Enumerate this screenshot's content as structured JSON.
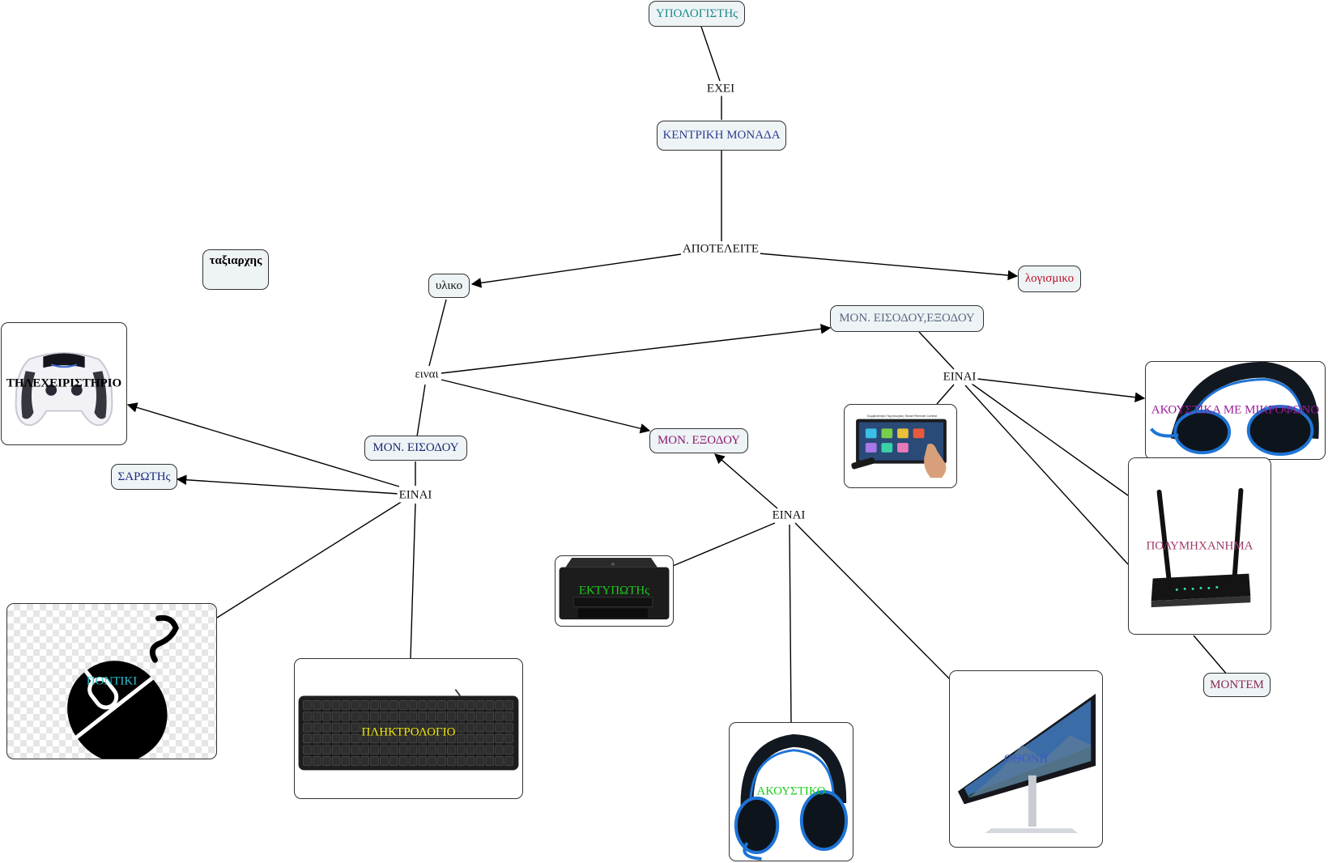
{
  "concepts": {
    "ypologistis": {
      "label": "ΥΠΟΛΟΓΙΣΤΗς",
      "color": "#1a8a8a"
    },
    "kentriki": {
      "label": "ΚΕΝΤΡΙΚΗ ΜΟΝΑΔΑ",
      "color": "#2e3f8f"
    },
    "taxiarxis": {
      "label": "ταξιαρχης",
      "color": "#000000"
    },
    "yliko": {
      "label": "υλικο",
      "color": "#111111"
    },
    "logismiko": {
      "label": "λογισμικο",
      "color": "#c0102a"
    },
    "mon_eisodou_exodou": {
      "label": "ΜΟΝ. ΕΙΣΟΔΟΥ,ΕΞΟΔΟΥ",
      "color": "#5a6a7e"
    },
    "mon_eisodou": {
      "label": "ΜΟΝ. ΕΙΣΟΔΟΥ",
      "color": "#1a2a6e"
    },
    "mon_exodou": {
      "label": "ΜΟΝ. ΕΞΟΔΟΥ",
      "color": "#8a1a6e"
    },
    "sarotis": {
      "label": "ΣΑΡΩΤΗς",
      "color": "#1a2a7e"
    },
    "montem": {
      "label": "ΜΟΝΤΕΜ",
      "color": "#8a2a4e"
    }
  },
  "phrases": {
    "exei": "ΕΧΕΙ",
    "apoteleite": "ΑΠΟΤΕΛΕΙΤΕ",
    "einai_lower": "ειναι",
    "einai_left": "ΕΙΝΑΙ",
    "einai_mid": "ΕΙΝΑΙ",
    "einai_right": "ΕΙΝΑΙ"
  },
  "image_nodes": {
    "tilexeiristirio": {
      "label": "ΤΗΛΕΧΕΙΡΙΣΤΗΡΙΟ",
      "color": "#000000"
    },
    "pontiki": {
      "label": "ΠΟΝΤΙΚΙ",
      "color": "#29c4d4"
    },
    "pliktrologio": {
      "label": "ΠΛΗΚΤΡΟΛΟΓΙΟ",
      "color": "#f2e600"
    },
    "ektypotis": {
      "label": "ΕΚΤΥΠΩΤΗς",
      "color": "#1ccc1c"
    },
    "akoustiko": {
      "label": "ΑΚΟΥΣΤΙΚΟ",
      "color": "#1ccc1c"
    },
    "othoni": {
      "label": "ΟΘΟΝΗ",
      "color": "#3a5ad0"
    },
    "akoustika_mikrofono": {
      "label": "ΑΚΟΥΣΤΙΚΑ ΜΕ ΜΙΚΡΟΦΩΝΟ",
      "color": "#9a1a9a"
    },
    "polymixanima": {
      "label": "ΠΟΛΥΜΗΧΑΝΗΜΑ",
      "color": "#a03a6a"
    },
    "othoni_afis": {
      "label": "Συμβατότητα Τεχνολογίας Smart Remote Control"
    }
  }
}
